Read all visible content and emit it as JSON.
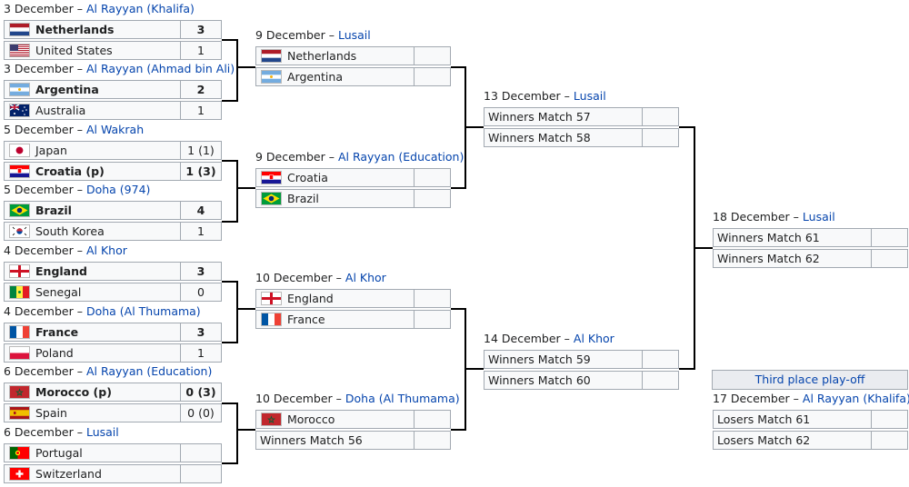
{
  "r16": [
    {
      "date": "3 December",
      "venue": "Al Rayyan (Khalifa)",
      "teams": [
        {
          "name": "Netherlands",
          "flag": "nl-flag-icon",
          "score": "3",
          "winner": true
        },
        {
          "name": "United States",
          "flag": "us-flag-icon",
          "score": "1",
          "winner": false
        }
      ]
    },
    {
      "date": "3 December",
      "venue": "Al Rayyan (Ahmad bin Ali)",
      "teams": [
        {
          "name": "Argentina",
          "flag": "ar-flag-icon",
          "score": "2",
          "winner": true
        },
        {
          "name": "Australia",
          "flag": "au-flag-icon",
          "score": "1",
          "winner": false
        }
      ]
    },
    {
      "date": "5 December",
      "venue": "Al Wakrah",
      "teams": [
        {
          "name": "Japan",
          "flag": "jp-flag-icon",
          "score": "1 (1)",
          "winner": false
        },
        {
          "name": "Croatia (p)",
          "flag": "hr-flag-icon",
          "score": "1 (3)",
          "winner": true
        }
      ]
    },
    {
      "date": "5 December",
      "venue": "Doha (974)",
      "teams": [
        {
          "name": "Brazil",
          "flag": "br-flag-icon",
          "score": "4",
          "winner": true
        },
        {
          "name": "South Korea",
          "flag": "kr-flag-icon",
          "score": "1",
          "winner": false
        }
      ]
    },
    {
      "date": "4 December",
      "venue": "Al Khor",
      "teams": [
        {
          "name": "England",
          "flag": "en-flag-icon",
          "score": "3",
          "winner": true
        },
        {
          "name": "Senegal",
          "flag": "sn-flag-icon",
          "score": "0",
          "winner": false
        }
      ]
    },
    {
      "date": "4 December",
      "venue": "Doha (Al Thumama)",
      "teams": [
        {
          "name": "France",
          "flag": "fr-flag-icon",
          "score": "3",
          "winner": true
        },
        {
          "name": "Poland",
          "flag": "pl-flag-icon",
          "score": "1",
          "winner": false
        }
      ]
    },
    {
      "date": "6 December",
      "venue": "Al Rayyan (Education)",
      "teams": [
        {
          "name": "Morocco (p)",
          "flag": "ma-flag-icon",
          "score": "0 (3)",
          "winner": true
        },
        {
          "name": "Spain",
          "flag": "es-flag-icon",
          "score": "0 (0)",
          "winner": false
        }
      ]
    },
    {
      "date": "6 December",
      "venue": "Lusail",
      "teams": [
        {
          "name": "Portugal",
          "flag": "pt-flag-icon",
          "score": "",
          "winner": false
        },
        {
          "name": "Switzerland",
          "flag": "ch-flag-icon",
          "score": "",
          "winner": false
        }
      ]
    }
  ],
  "qf": [
    {
      "date": "9 December",
      "venue": "Lusail",
      "teams": [
        {
          "name": "Netherlands",
          "flag": "nl-flag-icon",
          "score": ""
        },
        {
          "name": "Argentina",
          "flag": "ar-flag-icon",
          "score": ""
        }
      ]
    },
    {
      "date": "9 December",
      "venue": "Al Rayyan (Education)",
      "teams": [
        {
          "name": "Croatia",
          "flag": "hr-flag-icon",
          "score": ""
        },
        {
          "name": "Brazil",
          "flag": "br-flag-icon",
          "score": ""
        }
      ]
    },
    {
      "date": "10 December",
      "venue": "Al Khor",
      "teams": [
        {
          "name": "England",
          "flag": "en-flag-icon",
          "score": ""
        },
        {
          "name": "France",
          "flag": "fr-flag-icon",
          "score": ""
        }
      ]
    },
    {
      "date": "10 December",
      "venue": "Doha (Al Thumama)",
      "teams": [
        {
          "name": "Morocco",
          "flag": "ma-flag-icon",
          "score": ""
        },
        {
          "name": "Winners Match 56",
          "flag": "",
          "score": ""
        }
      ]
    }
  ],
  "sf": [
    {
      "date": "13 December",
      "venue": "Lusail",
      "teams": [
        {
          "name": "Winners Match 57",
          "score": ""
        },
        {
          "name": "Winners Match 58",
          "score": ""
        }
      ]
    },
    {
      "date": "14 December",
      "venue": "Al Khor",
      "teams": [
        {
          "name": "Winners Match 59",
          "score": ""
        },
        {
          "name": "Winners Match 60",
          "score": ""
        }
      ]
    }
  ],
  "final": {
    "date": "18 December",
    "venue": "Lusail",
    "teams": [
      {
        "name": "Winners Match 61",
        "score": ""
      },
      {
        "name": "Winners Match 62",
        "score": ""
      }
    ]
  },
  "third": {
    "title": "Third place play-off",
    "date": "17 December",
    "venue": "Al Rayyan (Khalifa)",
    "teams": [
      {
        "name": "Losers Match 61",
        "score": ""
      },
      {
        "name": "Losers Match 62",
        "score": ""
      }
    ]
  },
  "separator": " – "
}
